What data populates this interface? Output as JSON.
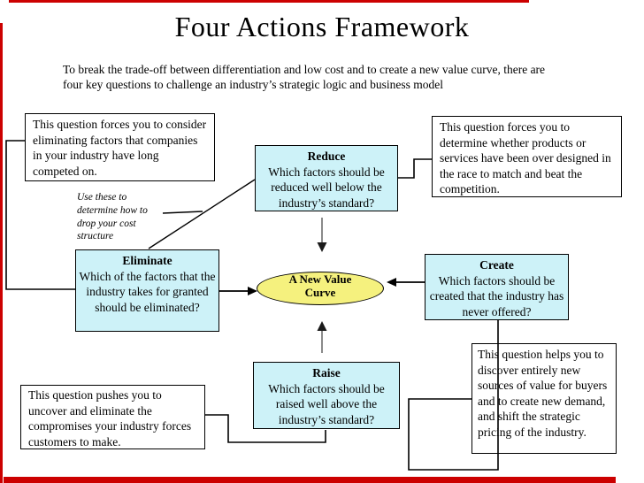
{
  "title": "Four Actions Framework",
  "subtitle_line1": "To break the trade-off between differentiation and low cost and to create a new value curve, there are",
  "subtitle_line2": "four key questions to challenge an industry’s strategic logic and business model",
  "boxes": {
    "reduce": {
      "label": "Reduce",
      "question": "Which factors should be reduced well below the industry’s standard?"
    },
    "eliminate": {
      "label": "Eliminate",
      "question": "Which of the factors that the industry takes for granted should be eliminated?"
    },
    "create": {
      "label": "Create",
      "question": "Which factors should be created that the industry has never offered?"
    },
    "raise": {
      "label": "Raise",
      "question": "Which factors should be raised well above the industry’s standard?"
    }
  },
  "center": {
    "label": "A New Value Curve"
  },
  "callouts": {
    "top_left": "This question forces you to consider eliminating factors that companies in your industry have long competed on.",
    "top_right": "This question forces you to determine whether products or services have been over designed in the race to match and beat the competition.",
    "bottom_left": "This question pushes you to uncover and eliminate the compromises your industry forces customers to make.",
    "bottom_right": "This question helps you to discover entirely new sources of value for buyers and to create new demand, and shift the strategic pricing of the industry."
  },
  "note": "Use these to determine how to drop your cost structure",
  "colors": {
    "action_box_fill": "#cdf2f8",
    "ellipse_fill": "#f5f17e",
    "frame_red": "#cc0000",
    "line": "#000000",
    "arrow_stem_gray": "#8a8a8a"
  }
}
